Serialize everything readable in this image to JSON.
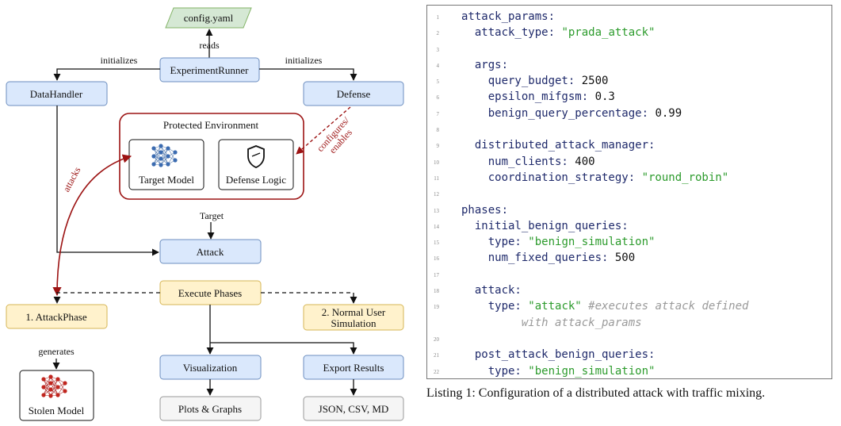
{
  "diagram": {
    "config_file": "config.yaml",
    "reads_label": "reads",
    "initializes_left": "initializes",
    "initializes_right": "initializes",
    "experiment_runner": "ExperimentRunner",
    "data_handler": "DataHandler",
    "defense": "Defense",
    "protected_env_title": "Protected Environment",
    "target_model": "Target Model",
    "defense_logic": "Defense Logic",
    "configures_line1": "configures/",
    "configures_line2": "enables",
    "attacks_label": "attacks",
    "target_label": "Target",
    "attack": "Attack",
    "execute_phases": "Execute Phases",
    "attack_phase": "1. AttackPhase",
    "normal_user_line1": "2. Normal User",
    "normal_user_line2": "Simulation",
    "generates_label": "generates",
    "stolen_model": "Stolen Model",
    "visualization": "Visualization",
    "export_results": "Export Results",
    "plots_graphs": "Plots & Graphs",
    "json_csv_md": "JSON, CSV, MD",
    "colors": {
      "blue_fill": "#dae8fc",
      "blue_stroke": "#6c8ebf",
      "yellow_fill": "#fff2cc",
      "yellow_stroke": "#d6b656",
      "green_fill": "#d5e8d4",
      "green_stroke": "#82b366",
      "gray_fill": "#f5f5f5",
      "gray_stroke": "#999999",
      "red": "#9c1313"
    }
  },
  "listing": {
    "lines": [
      {
        "n": "1",
        "segs": [
          {
            "t": "attack_params:",
            "c": ""
          }
        ]
      },
      {
        "n": "2",
        "segs": [
          {
            "t": "  attack_type: ",
            "c": ""
          },
          {
            "t": "\"prada_attack\"",
            "c": "str"
          }
        ]
      },
      {
        "n": "3",
        "segs": [
          {
            "t": "",
            "c": ""
          }
        ]
      },
      {
        "n": "4",
        "segs": [
          {
            "t": "  args:",
            "c": ""
          }
        ]
      },
      {
        "n": "5",
        "segs": [
          {
            "t": "    query_budget: ",
            "c": ""
          },
          {
            "t": "2500",
            "c": "num"
          }
        ]
      },
      {
        "n": "6",
        "segs": [
          {
            "t": "    epsilon_mifgsm: ",
            "c": ""
          },
          {
            "t": "0.3",
            "c": "num"
          }
        ]
      },
      {
        "n": "7",
        "segs": [
          {
            "t": "    benign_query_percentage: ",
            "c": ""
          },
          {
            "t": "0.99",
            "c": "num"
          }
        ]
      },
      {
        "n": "8",
        "segs": [
          {
            "t": "",
            "c": ""
          }
        ]
      },
      {
        "n": "9",
        "segs": [
          {
            "t": "  distributed_attack_manager:",
            "c": ""
          }
        ]
      },
      {
        "n": "10",
        "segs": [
          {
            "t": "    num_clients: ",
            "c": ""
          },
          {
            "t": "400",
            "c": "num"
          }
        ]
      },
      {
        "n": "11",
        "segs": [
          {
            "t": "    coordination_strategy: ",
            "c": ""
          },
          {
            "t": "\"round_robin\"",
            "c": "str"
          }
        ]
      },
      {
        "n": "12",
        "segs": [
          {
            "t": "",
            "c": ""
          }
        ]
      },
      {
        "n": "13",
        "segs": [
          {
            "t": "phases:",
            "c": ""
          }
        ]
      },
      {
        "n": "14",
        "segs": [
          {
            "t": "  initial_benign_queries:",
            "c": ""
          }
        ]
      },
      {
        "n": "15",
        "segs": [
          {
            "t": "    type: ",
            "c": ""
          },
          {
            "t": "\"benign_simulation\"",
            "c": "str"
          }
        ]
      },
      {
        "n": "16",
        "segs": [
          {
            "t": "    num_fixed_queries: ",
            "c": ""
          },
          {
            "t": "500",
            "c": "num"
          }
        ]
      },
      {
        "n": "17",
        "segs": [
          {
            "t": "",
            "c": ""
          }
        ]
      },
      {
        "n": "18",
        "segs": [
          {
            "t": "  attack:",
            "c": ""
          }
        ]
      },
      {
        "n": "19",
        "segs": [
          {
            "t": "    type: ",
            "c": ""
          },
          {
            "t": "\"attack\"",
            "c": "str"
          },
          {
            "t": " #executes attack defined",
            "c": "cmt"
          }
        ]
      },
      {
        "n": "",
        "segs": [
          {
            "t": "         with attack_params",
            "c": "cmt"
          }
        ]
      },
      {
        "n": "20",
        "segs": [
          {
            "t": "",
            "c": ""
          }
        ]
      },
      {
        "n": "21",
        "segs": [
          {
            "t": "  post_attack_benign_queries:",
            "c": ""
          }
        ]
      },
      {
        "n": "22",
        "segs": [
          {
            "t": "    type: ",
            "c": ""
          },
          {
            "t": "\"benign_simulation\"",
            "c": "str"
          }
        ]
      }
    ]
  },
  "caption": "Listing 1: Configuration of a distributed attack with traffic mixing."
}
